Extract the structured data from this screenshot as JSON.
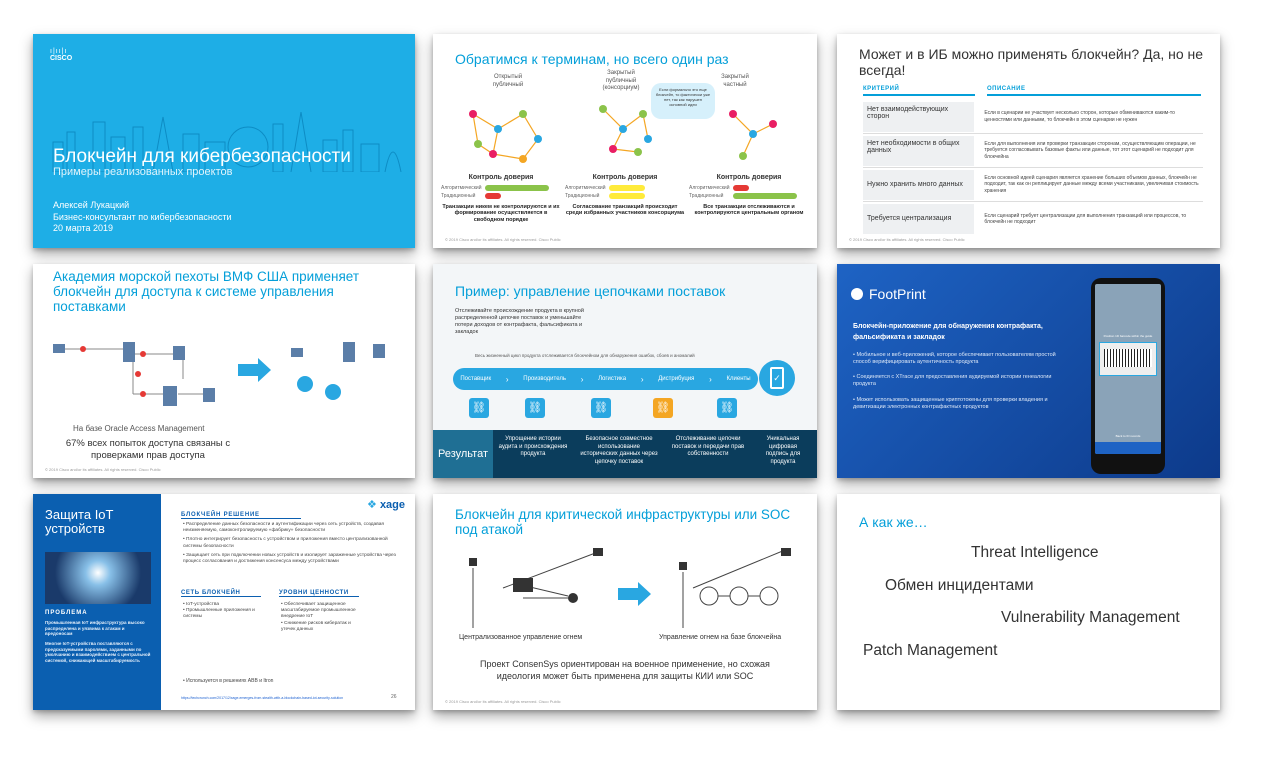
{
  "slide1": {
    "logo": "CISCO",
    "title": "Блокчейн для кибербезопасности",
    "subtitle": "Примеры реализованных проектов",
    "author": "Алексей Лукацкий",
    "role": "Бизнес-консультант по кибербезопасности",
    "date": "20 марта 2019",
    "bg_color": "#1eaee6"
  },
  "slide2": {
    "title": "Обратимся к терминам, но всего один раз",
    "columns": [
      {
        "label": "Открытый\nпубличный",
        "trust": "Контроль доверия",
        "desc": "Транзакции никем не контролируются и их формирование осуществляется в свободном порядке",
        "algo_color": "#8bc34a",
        "trad_color": "#e53935"
      },
      {
        "label": "Закрытый\nпубличный\n(консорциум)",
        "trust": "Контроль доверия",
        "desc": "Согласование транзакций происходит среди избранных участников консорциума",
        "algo_color": "#ffeb3b",
        "trad_color": "#ffeb3b"
      },
      {
        "label": "Закрытый\nчастный",
        "trust": "Контроль доверия",
        "desc": "Все транзакции отслеживаются и контролируются центральным органом",
        "algo_color": "#e53935",
        "trad_color": "#8bc34a"
      }
    ],
    "algo_label": "Алгоритмический",
    "trad_label": "Традиционный",
    "bubble": "Если формально это еще блокчейн, то фактически уже нет, так как нарушен основной идеи"
  },
  "slide3": {
    "title": "Может и в ИБ можно применять блокчейн? Да, но не всегда!",
    "col_criteria": "КРИТЕРИЙ",
    "col_desc": "ОПИСАНИЕ",
    "rows": [
      {
        "criteria": "Нет взаимодействующих сторон",
        "desc": "Если в сценарии не участвует несколько сторон, которые обмениваются каким-то ценностями или данными, то блокчейн в этом сценарии не нужен"
      },
      {
        "criteria": "Нет необходимости в общих данных",
        "desc": "Если для выполнения или проверки транзакции сторонам, осуществляющим операции, не требуется согласовывать базовые факты или данные, тот этот сценарий не подходит для блокчейна"
      },
      {
        "criteria": "Нужно хранить много данных",
        "desc": "Если основной идеей сценария является хранение больших объемов данных, блокчейн не подходит, так как он реплицирует данные между всеми участниками, увеличивая стоимость хранения"
      },
      {
        "criteria": "Требуется централизация",
        "desc": "Если сценарий требует централизации для выполнения транзакций или процессов, то блокчейн не подходит"
      }
    ]
  },
  "slide4": {
    "title": "Академия морской пехоты ВМФ США применяет блокчейн для доступа к системе управления поставками",
    "caption": "На базе Oracle Access Management",
    "stat": "67% всех попыток доступа связаны с проверками прав доступа"
  },
  "slide5": {
    "title": "Пример: управление цепочками поставок",
    "intro": "Отслеживайте происхождение продукта в крупной распределенной цепочке поставок и уменьшайте потери доходов от контрафакта, фальсификата и закладок",
    "intro_highlight": "закладок",
    "lifecycle": "Весь жизненный цикл продукта отслеживается блокчейном для обнаружения ошибок, сбоев и аномалий",
    "stages": [
      "Поставщик",
      "Производитель",
      "Логистика",
      "Дистрибуция",
      "Клиенты"
    ],
    "result_label": "Результат",
    "results": [
      "Упрощение истории аудита и происхождения продукта",
      "Безопасное совместное использование исторических данных через цепочку поставок",
      "Отслеживание цепочки поставок и передачи прав собственности",
      "Уникальная цифровая подпись для продукта"
    ]
  },
  "slide6": {
    "brand": "FootPrint",
    "heading": "Блокчейн-приложение для обнаружения контрафакта, фальсификата и закладок",
    "bullets": [
      "Мобильное и веб-приложений, которое обеспечивает пользователям простой способ верифицировать аутентичность продукта",
      "Соединяется с XTrace для предоставления аудируемой истории генеалогии продукта",
      "Может использовать защищенные криптотокены для проверки владения и девитизации электронных контрафактных продуктов"
    ],
    "phone_text": "Position 1D barcode within the guide",
    "back_text": "Back to ID records"
  },
  "slide7": {
    "title": "Защита IoT устройств",
    "brand": "xage",
    "solution_heading": "БЛОКЧЕЙН РЕШЕНИЕ",
    "solution_items": [
      "Распределение данных безопасности и аутентификации через сеть устройств, создавая неизменяемую, самоконтролируемую «фабрику» безопасности",
      "Плотно интегрирует безопасность с устройством и приложения вместо централизованной системы безопасности",
      "Защищает сеть при подключении новых устройств и изолирует зараженные устройства через процесс согласования и достижения консенсуса между устройствами"
    ],
    "problem_heading": "ПРОБЛЕМА",
    "problem_items": [
      "Промышленная IoT инфраструктура высоко распределена и уязвима к атакам и вредоносам",
      "Многие IoT-устройства поставляются с предсказуемыми паролями, заданными по умолчанию и взаимодействием с центральной системой, снижающей масштабируемость"
    ],
    "network_heading": "СЕТЬ БЛОКЧЕЙН",
    "network_items": [
      "IoT-устройства",
      "Промышленные приложения и системы"
    ],
    "value_heading": "УРОВНИ ЦЕННОСТИ",
    "value_items": [
      "Обеспечивает защищенное масштабируемое промышленное внедрение IoT",
      "Снижение рисков кибератак и утечек данных"
    ],
    "used_in": "Используется в решениях ABB и Itron",
    "link": "https://techcrunch.com/2017/12/xage-emerges-from-stealth-with-a-blockchain-based-iot-security-solution",
    "page": "26"
  },
  "slide8": {
    "title": "Блокчейн для критической инфраструктуры или SOC под атакой",
    "left_caption": "Централизованное управление огнем",
    "right_caption": "Управление огнем на базе блокчейна",
    "note": "Проект ConsenSys ориентирован на военное применение, но схожая идеология может быть применена для защиты КИИ или SOC"
  },
  "slide9": {
    "title": "А как же…",
    "items": [
      "Threat Intelligence",
      "Обмен инцидентами",
      "Vulnerability Management",
      "Patch Management"
    ]
  },
  "footer": "© 2019 Cisco and/or its affiliates. All rights reserved. Cisco Public"
}
